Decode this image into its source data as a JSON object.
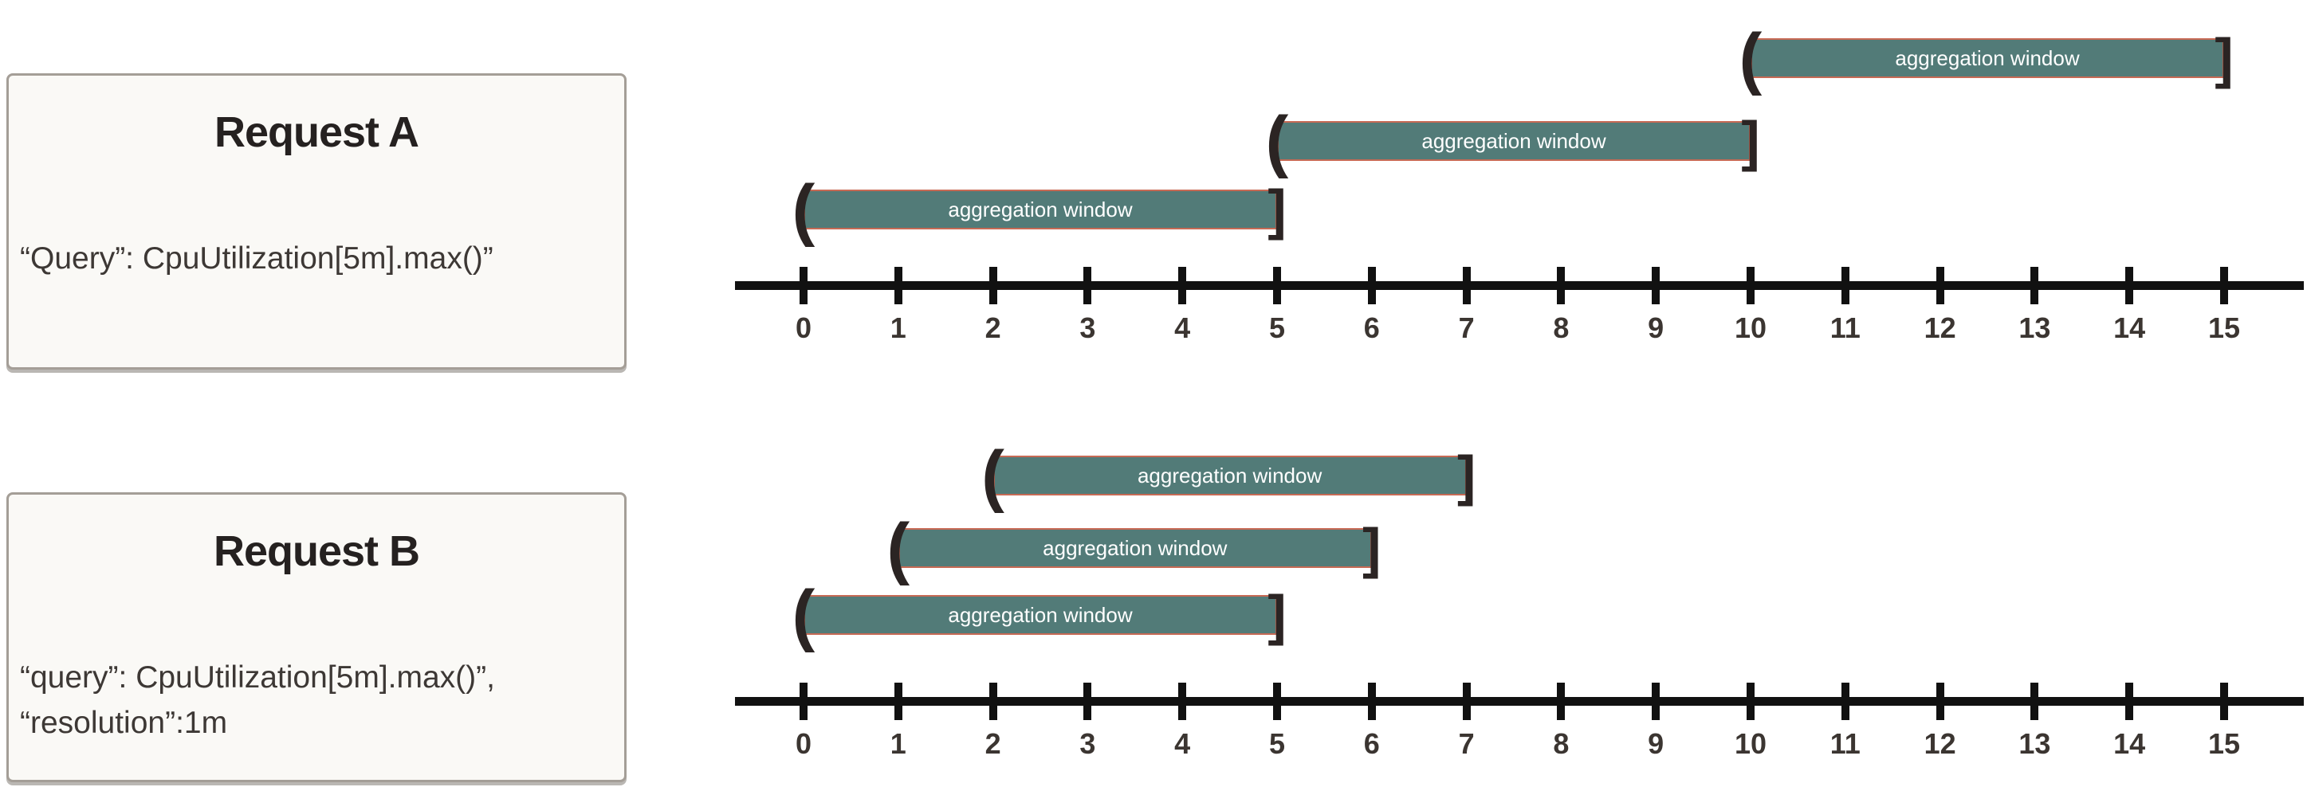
{
  "boxes": [
    {
      "title": "Request A",
      "lines": [
        "“Query”: CpuUtilization[5m].max()”"
      ]
    },
    {
      "title": "Request B",
      "lines": [
        "“query”: CpuUtilization[5m].max()”,",
        "“resolution”:1m"
      ]
    }
  ],
  "colors": {
    "bar_fill": "#527B78",
    "bar_border": "#C76A55",
    "bracket": "#2B2423",
    "axis": "#111111",
    "tick_label": "#3B3531",
    "box_bg": "#FAF9F6",
    "box_border": "#A49E97",
    "title_text": "#252120",
    "body_text": "#3D3835",
    "bar_text": "#FFFFFF"
  },
  "chart_data": [
    {
      "type": "interval-timeline",
      "request": "A",
      "title": "",
      "axis": {
        "min": 0,
        "max": 15,
        "tick_step": 1,
        "tick_labels": [
          "0",
          "1",
          "2",
          "3",
          "4",
          "5",
          "6",
          "7",
          "8",
          "9",
          "10",
          "11",
          "12",
          "13",
          "14",
          "15"
        ]
      },
      "bars": [
        {
          "label": "aggregation window",
          "start": 10,
          "end": 15,
          "open": "(",
          "close": "]"
        },
        {
          "label": "aggregation window",
          "start": 5,
          "end": 10,
          "open": "(",
          "close": "]"
        },
        {
          "label": "aggregation window",
          "start": 0,
          "end": 5,
          "open": "(",
          "close": "]"
        }
      ]
    },
    {
      "type": "interval-timeline",
      "request": "B",
      "title": "",
      "axis": {
        "min": 0,
        "max": 15,
        "tick_step": 1,
        "tick_labels": [
          "0",
          "1",
          "2",
          "3",
          "4",
          "5",
          "6",
          "7",
          "8",
          "9",
          "10",
          "11",
          "12",
          "13",
          "14",
          "15"
        ]
      },
      "bars": [
        {
          "label": "aggregation window",
          "start": 2,
          "end": 7,
          "open": "(",
          "close": "]"
        },
        {
          "label": "aggregation window",
          "start": 1,
          "end": 6,
          "open": "(",
          "close": "]"
        },
        {
          "label": "aggregation window",
          "start": 0,
          "end": 5,
          "open": "(",
          "close": "]"
        }
      ]
    }
  ]
}
